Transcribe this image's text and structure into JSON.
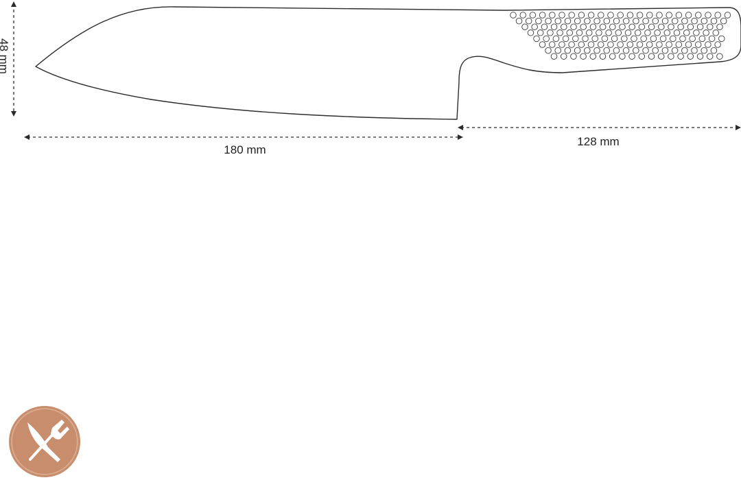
{
  "dimensions": {
    "height_label": "48 mm",
    "blade_length_label": "180 mm",
    "handle_length_label": "128 mm"
  },
  "badge": {
    "icon": "knife-fork-icon",
    "color": "#c88d6c",
    "color_light": "#d9a98c"
  }
}
